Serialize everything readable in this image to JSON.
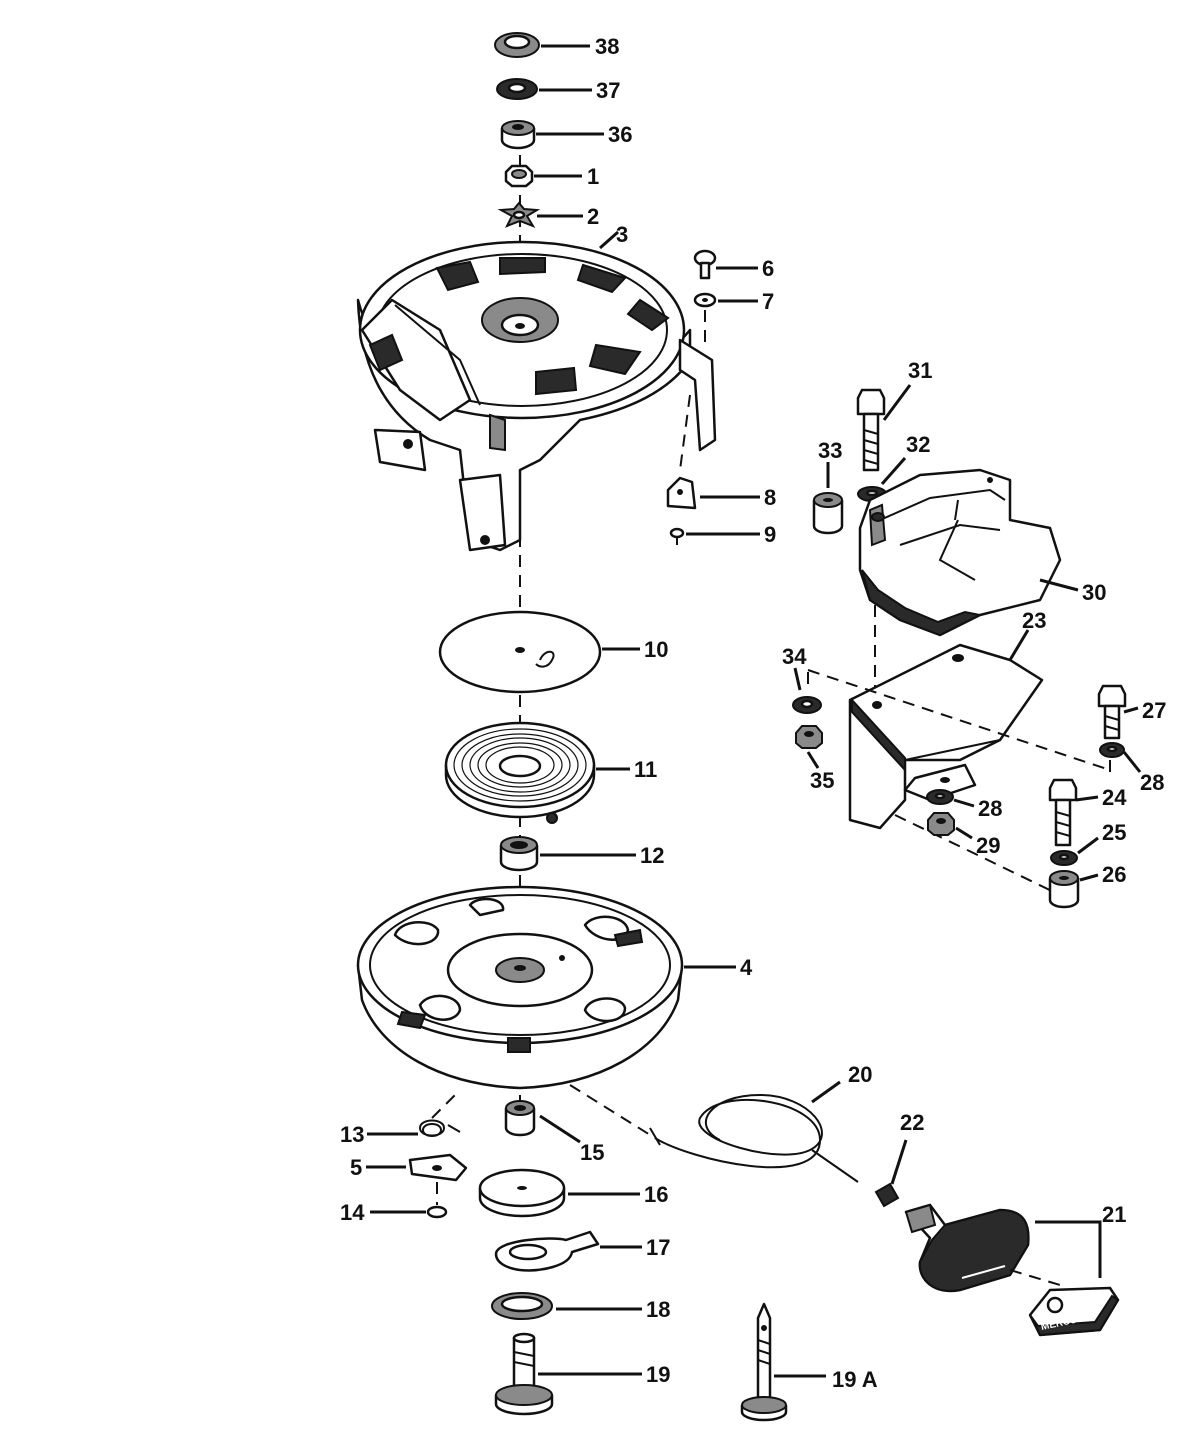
{
  "callouts": {
    "c1": "1",
    "c2": "2",
    "c3": "3",
    "c4": "4",
    "c5": "5",
    "c6": "6",
    "c7": "7",
    "c8": "8",
    "c9": "9",
    "c10": "10",
    "c11": "11",
    "c12": "12",
    "c13": "13",
    "c14": "14",
    "c15": "15",
    "c16": "16",
    "c17": "17",
    "c18": "18",
    "c19": "19",
    "c19a": "19 A",
    "c20": "20",
    "c21": "21",
    "c22": "22",
    "c23": "23",
    "c24": "24",
    "c25": "25",
    "c26": "26",
    "c27": "27",
    "c28a": "28",
    "c28b": "28",
    "c29": "29",
    "c30": "30",
    "c31": "31",
    "c32": "32",
    "c33": "33",
    "c34": "34",
    "c35": "35",
    "c36": "36",
    "c37": "37",
    "c38": "38"
  },
  "handle_text": "MERCURY"
}
